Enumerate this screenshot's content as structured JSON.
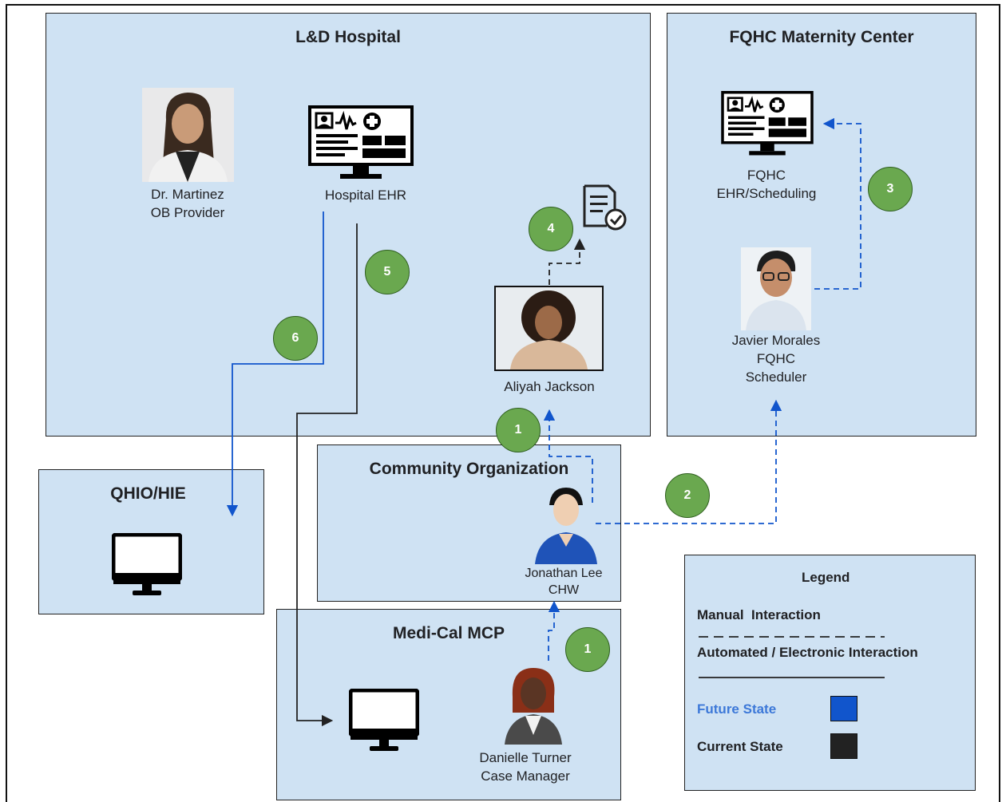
{
  "boxes": {
    "ld_hospital": "L&D Hospital",
    "fqhc": "FQHC Maternity Center",
    "qhio": "QHIO/HIE",
    "community": "Community Organization",
    "medical": "Medi-Cal MCP"
  },
  "people": {
    "martinez": {
      "name": "Dr. Martinez",
      "role": "OB Provider"
    },
    "aliyah": {
      "name": "Aliyah Jackson"
    },
    "javier": {
      "name": "Javier Morales",
      "org": "FQHC",
      "role": "Scheduler"
    },
    "jonathan": {
      "name": "Jonathan Lee",
      "role": "CHW"
    },
    "danielle": {
      "name": "Danielle Turner",
      "role": "Case Manager"
    }
  },
  "systems": {
    "hospital_ehr": "Hospital EHR",
    "fqhc_ehr_line1": "FQHC",
    "fqhc_ehr_line2": "EHR/Scheduling"
  },
  "steps": [
    "1",
    "2",
    "3",
    "4",
    "5",
    "6"
  ],
  "legend": {
    "title": "Legend",
    "manual": "Manual  Interaction",
    "automated": "Automated / Electronic Interaction",
    "future": "Future State",
    "current": "Current State"
  },
  "colors": {
    "future": "#1155cc",
    "current": "#222222",
    "step_circle": "#6aa84f",
    "box_fill": "#cfe2f3"
  },
  "icons": [
    "monitor-ehr-icon",
    "computer-icon",
    "checklist-icon",
    "arrow-icon"
  ]
}
